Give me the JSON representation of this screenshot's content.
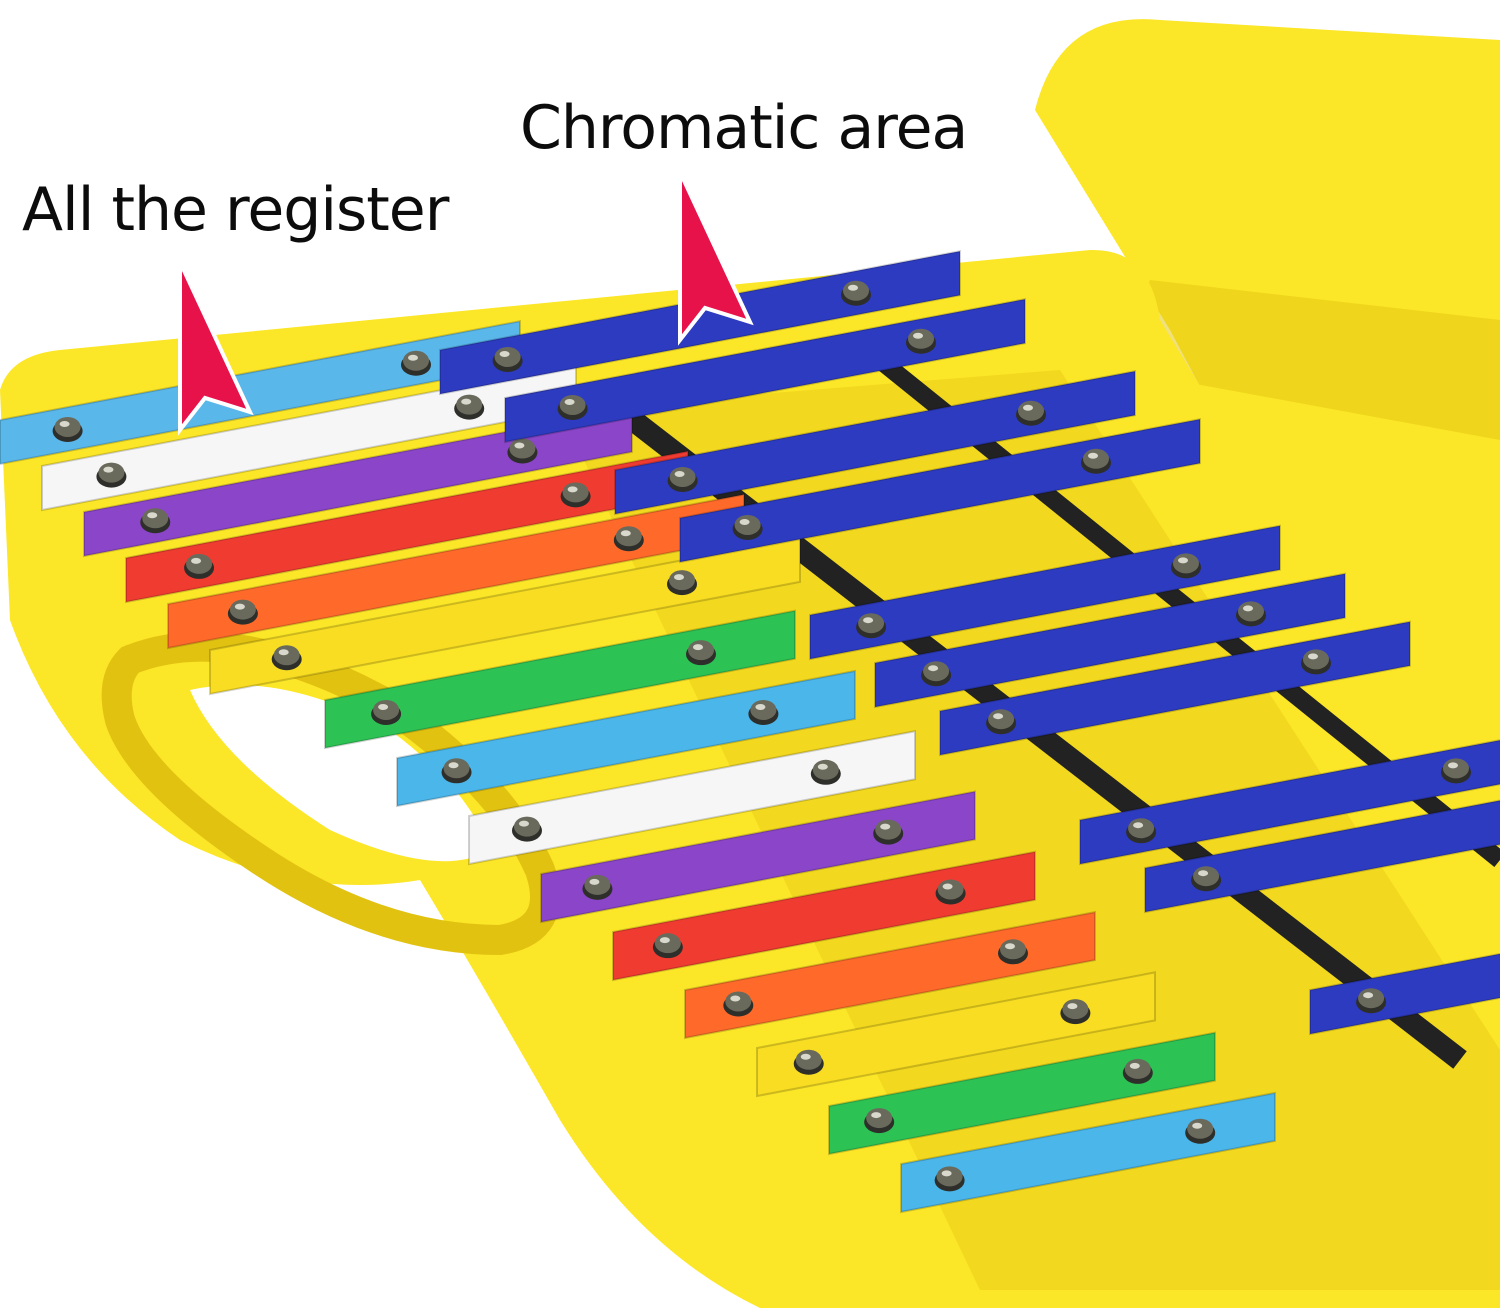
{
  "annotations": {
    "register_label": "All the register",
    "chromatic_label": "Chromatic area"
  },
  "colors": {
    "case_yellow": "#fbe628",
    "case_shadow": "#e6c812",
    "rail_black": "#222222",
    "arrow_red": "#e8124b",
    "pin_metal": "#6a6a5c",
    "chromatic_blue": "#2d3bc0"
  },
  "diatonic_bars": {
    "upper_set": [
      "#5ab7ea",
      "#f6f6f6",
      "#8b45c8",
      "#f03b31",
      "#ff6a2a",
      "#f8dd22"
    ],
    "lower_set": [
      "#2cc254",
      "#4ab6ea",
      "#f6f6f6",
      "#8b45c8",
      "#f03b31",
      "#ff6a2a",
      "#f8dd22",
      "#2cc254",
      "#4ab6ea"
    ]
  },
  "chromatic_bar_groups": [
    2,
    2,
    3,
    2,
    1
  ]
}
